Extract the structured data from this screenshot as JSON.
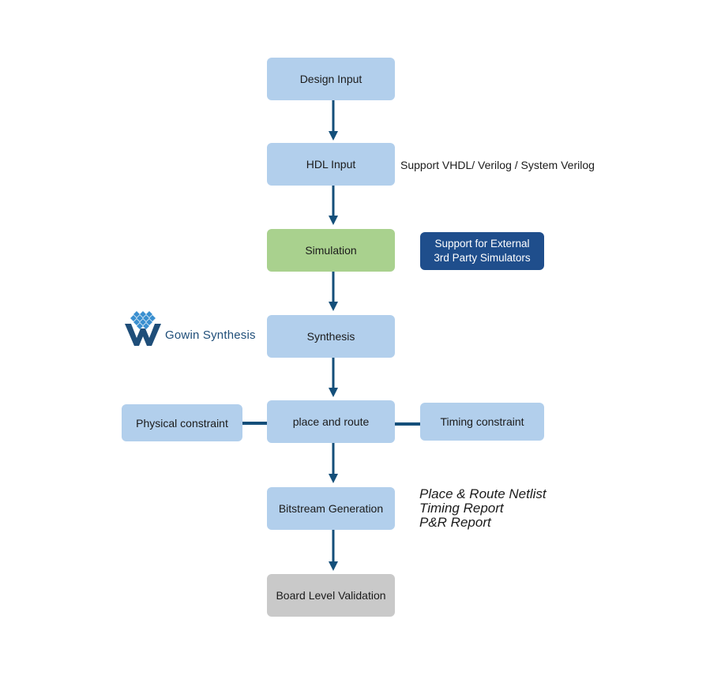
{
  "flow": {
    "design_input": "Design Input",
    "hdl_input": "HDL Input",
    "simulation": "Simulation",
    "synthesis": "Synthesis",
    "place_and_route": "place and route",
    "bitstream_generation": "Bitstream Generation",
    "board_level_validation": "Board Level Validation"
  },
  "side": {
    "hdl_support": "Support VHDL/ Verilog / System Verilog",
    "external_sim_line1": "Support for External",
    "external_sim_line2": "3rd Party Simulators",
    "physical_constraint": "Physical constraint",
    "timing_constraint": "Timing constraint",
    "outputs": [
      "Place & Route Netlist",
      "Timing Report",
      "P&R Report"
    ]
  },
  "logo": {
    "label": "Gowin Synthesis",
    "icon": "gowin-logo-icon"
  },
  "colors": {
    "box_blue": "#b2cfec",
    "box_green": "#a9d18e",
    "box_gray": "#c9c9c9",
    "box_dark": "#1f4e8c",
    "connector": "#144f7a"
  }
}
